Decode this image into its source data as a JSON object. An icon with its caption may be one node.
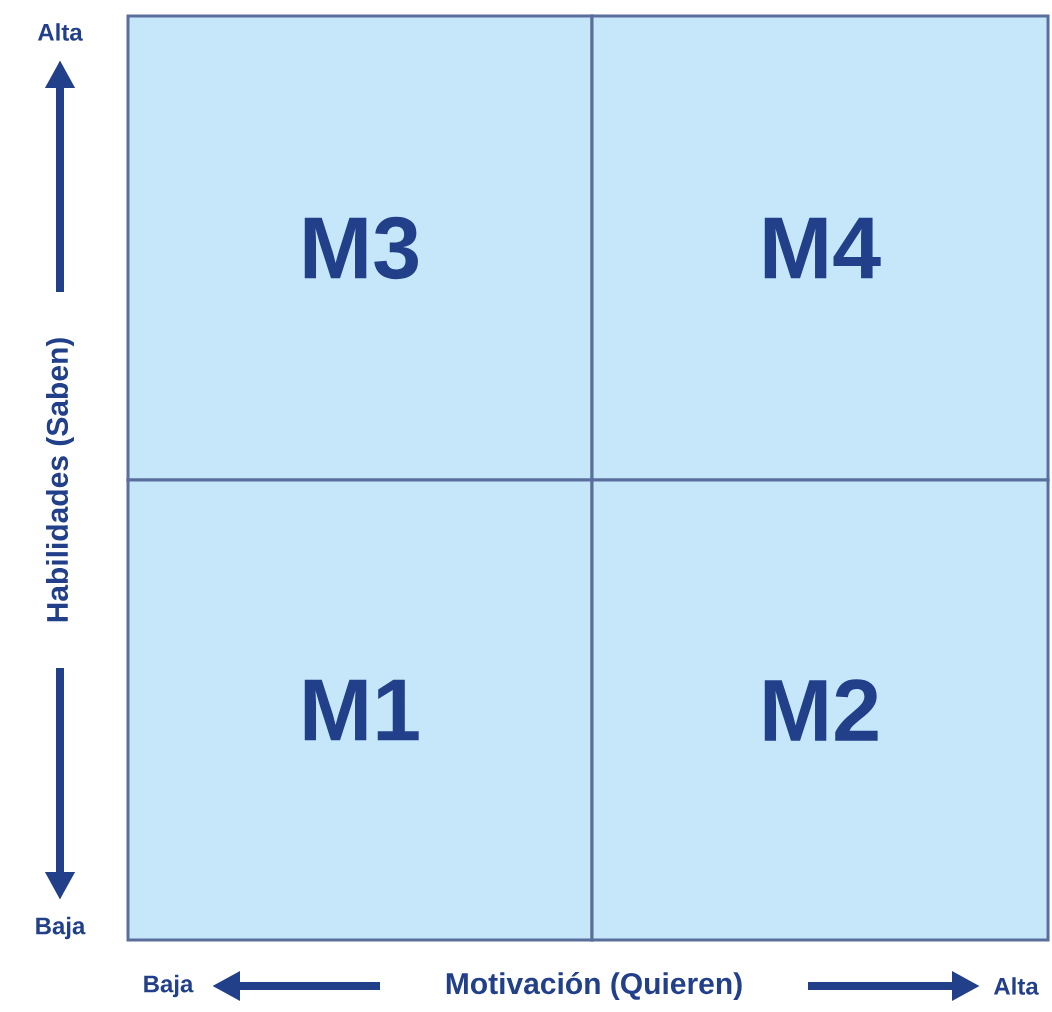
{
  "diagram": {
    "nodes": [
      {
        "text": [
          "M3"
        ]
      },
      {
        "text": [
          "M4"
        ]
      },
      {
        "text": [
          "M1"
        ]
      },
      {
        "text": [
          "M2"
        ]
      }
    ],
    "labels": [
      "Alta",
      "Habilidades (Saben)",
      "Baja",
      "Baja",
      "Motivación (Quieren)",
      "Alta"
    ]
  }
}
